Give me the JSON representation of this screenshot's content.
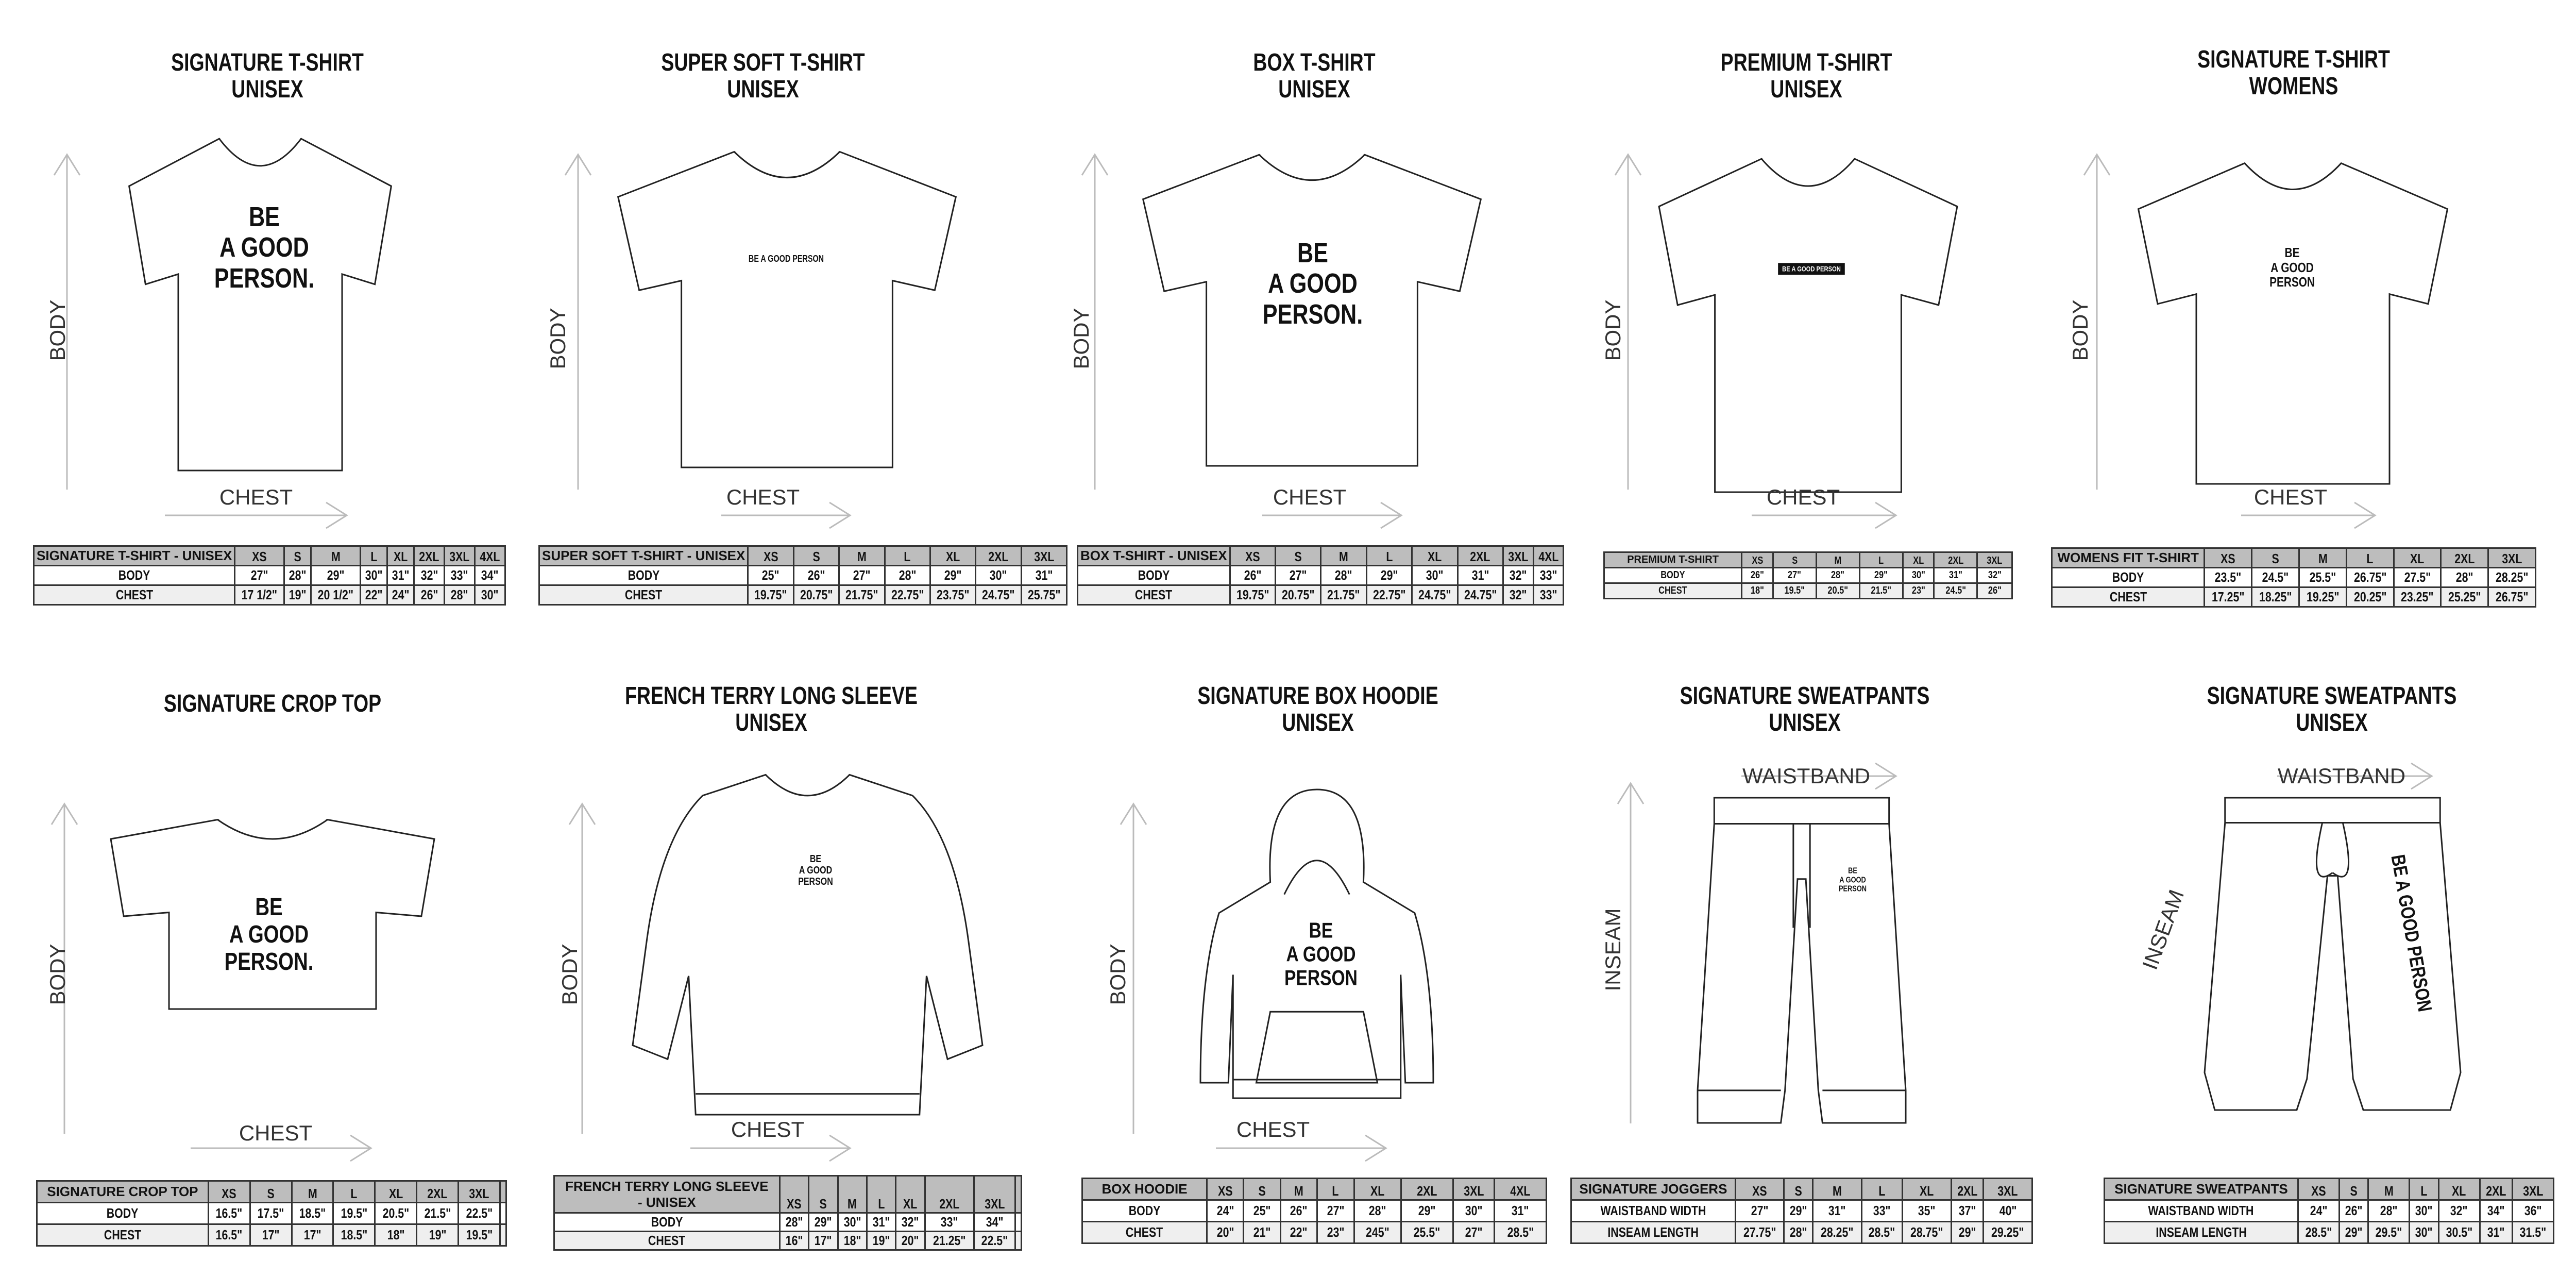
{
  "colors": {
    "header_bg": "#bdbdbd",
    "row_alt": "#efefef",
    "ink": "#111111",
    "arrow": "#bbbbbb"
  },
  "panels": [
    {
      "title_lines": [
        "SIGNATURE T-SHIRT",
        "UNISEX"
      ],
      "garment": "tshirt",
      "labels": {
        "vertical": "BODY",
        "horizontal": "CHEST"
      },
      "print": [
        "BE",
        "A GOOD",
        "PERSON."
      ],
      "table": {
        "header": [
          "SIGNATURE T-SHIRT - UNISEX"
        ],
        "sizes": [
          "XS",
          "S",
          "M",
          "L",
          "XL",
          "2XL",
          "3XL",
          "4XL"
        ],
        "rows": [
          {
            "label": "BODY",
            "values": [
              "27\"",
              "28\"",
              "29\"",
              "30\"",
              "31\"",
              "32\"",
              "33\"",
              "34\""
            ]
          },
          {
            "label": "CHEST",
            "values": [
              "17 1/2\"",
              "19\"",
              "20 1/2\"",
              "22\"",
              "24\"",
              "26\"",
              "28\"",
              "30\""
            ]
          }
        ]
      }
    },
    {
      "title_lines": [
        "SUPER SOFT T-SHIRT",
        "UNISEX"
      ],
      "garment": "tshirt",
      "labels": {
        "vertical": "BODY",
        "horizontal": "CHEST"
      },
      "print": [
        "BE A GOOD PERSON"
      ],
      "table": {
        "header": [
          "SUPER SOFT T-SHIRT - UNISEX"
        ],
        "sizes": [
          "XS",
          "S",
          "M",
          "L",
          "XL",
          "2XL",
          "3XL"
        ],
        "rows": [
          {
            "label": "BODY",
            "values": [
              "25\"",
              "26\"",
              "27\"",
              "28\"",
              "29\"",
              "30\"",
              "31\""
            ]
          },
          {
            "label": "CHEST",
            "values": [
              "19.75\"",
              "20.75\"",
              "21.75\"",
              "22.75\"",
              "23.75\"",
              "24.75\"",
              "25.75\""
            ]
          }
        ]
      }
    },
    {
      "title_lines": [
        "BOX T-SHIRT",
        "UNISEX"
      ],
      "garment": "tshirt",
      "labels": {
        "vertical": "BODY",
        "horizontal": "CHEST"
      },
      "print": [
        "BE",
        "A GOOD",
        "PERSON."
      ],
      "table": {
        "header": [
          "BOX T-SHIRT - UNISEX"
        ],
        "sizes": [
          "XS",
          "S",
          "M",
          "L",
          "XL",
          "2XL",
          "3XL",
          "4XL"
        ],
        "rows": [
          {
            "label": "BODY",
            "values": [
              "26\"",
              "27\"",
              "28\"",
              "29\"",
              "30\"",
              "31\"",
              "32\"",
              "33\""
            ]
          },
          {
            "label": "CHEST",
            "values": [
              "19.75\"",
              "20.75\"",
              "21.75\"",
              "22.75\"",
              "24.75\"",
              "24.75\"",
              "32\"",
              "33\""
            ]
          }
        ]
      }
    },
    {
      "title_lines": [
        "PREMIUM T-SHIRT",
        "UNISEX"
      ],
      "garment": "tshirt",
      "labels": {
        "vertical": "BODY",
        "horizontal": "CHEST"
      },
      "print": [
        "BE A GOOD PERSON"
      ],
      "table": {
        "header": [
          "PREMIUM T-SHIRT"
        ],
        "sizes": [
          "XS",
          "S",
          "M",
          "L",
          "XL",
          "2XL",
          "3XL"
        ],
        "rows": [
          {
            "label": "BODY",
            "values": [
              "26\"",
              "27\"",
              "28\"",
              "29\"",
              "30\"",
              "31\"",
              "32\""
            ]
          },
          {
            "label": "CHEST",
            "values": [
              "18\"",
              "19.5\"",
              "20.5\"",
              "21.5\"",
              "23\"",
              "24.5\"",
              "26\""
            ]
          }
        ]
      }
    },
    {
      "title_lines": [
        "SIGNATURE T-SHIRT",
        "WOMENS"
      ],
      "garment": "tshirt",
      "labels": {
        "vertical": "BODY",
        "horizontal": "CHEST"
      },
      "print": [
        "BE",
        "A GOOD",
        "PERSON"
      ],
      "table": {
        "header": [
          "WOMENS FIT T-SHIRT"
        ],
        "sizes": [
          "XS",
          "S",
          "M",
          "L",
          "XL",
          "2XL",
          "3XL"
        ],
        "rows": [
          {
            "label": "BODY",
            "values": [
              "23.5\"",
              "24.5\"",
              "25.5\"",
              "26.75\"",
              "27.5\"",
              "28\"",
              "28.25\""
            ]
          },
          {
            "label": "CHEST",
            "values": [
              "17.25\"",
              "18.25\"",
              "19.25\"",
              "20.25\"",
              "23.25\"",
              "25.25\"",
              "26.75\""
            ]
          }
        ]
      }
    },
    {
      "title_lines": [
        "SIGNATURE CROP TOP"
      ],
      "garment": "crop",
      "labels": {
        "vertical": "BODY",
        "horizontal": "CHEST"
      },
      "print": [
        "BE",
        "A GOOD",
        "PERSON."
      ],
      "table": {
        "header": [
          "SIGNATURE CROP TOP"
        ],
        "sizes": [
          "XS",
          "S",
          "M",
          "L",
          "XL",
          "2XL",
          "3XL",
          ""
        ],
        "rows": [
          {
            "label": "BODY",
            "values": [
              "16.5\"",
              "17.5\"",
              "18.5\"",
              "19.5\"",
              "20.5\"",
              "21.5\"",
              "22.5\"",
              ""
            ]
          },
          {
            "label": "CHEST",
            "values": [
              "16.5\"",
              "17\"",
              "17\"",
              "18.5\"",
              "18\"",
              "19\"",
              "19.5\"",
              ""
            ]
          }
        ]
      }
    },
    {
      "title_lines": [
        "FRENCH TERRY LONG SLEEVE",
        "UNISEX"
      ],
      "garment": "longsleeve",
      "labels": {
        "vertical": "BODY",
        "horizontal": "CHEST"
      },
      "print": [
        "BE",
        "A GOOD",
        "PERSON"
      ],
      "table": {
        "header": [
          "FRENCH TERRY LONG SLEEVE",
          "- UNISEX"
        ],
        "sizes": [
          "XS",
          "S",
          "M",
          "L",
          "XL",
          "2XL",
          "3XL",
          ""
        ],
        "rows": [
          {
            "label": "BODY",
            "values": [
              "28\"",
              "29\"",
              "30\"",
              "31\"",
              "32\"",
              "33\"",
              "34\"",
              ""
            ]
          },
          {
            "label": "CHEST",
            "values": [
              "16\"",
              "17\"",
              "18\"",
              "19\"",
              "20\"",
              "21.25\"",
              "22.5\"",
              ""
            ]
          }
        ]
      }
    },
    {
      "title_lines": [
        "SIGNATURE BOX HOODIE",
        "UNISEX"
      ],
      "garment": "hoodie",
      "labels": {
        "vertical": "BODY",
        "horizontal": "CHEST"
      },
      "print": [
        "BE",
        "A GOOD",
        "PERSON"
      ],
      "table": {
        "header": [
          "BOX HOODIE"
        ],
        "sizes": [
          "XS",
          "S",
          "M",
          "L",
          "XL",
          "2XL",
          "3XL",
          "4XL"
        ],
        "rows": [
          {
            "label": "BODY",
            "values": [
              "24\"",
              "25\"",
              "26\"",
              "27\"",
              "28\"",
              "29\"",
              "30\"",
              "31\""
            ]
          },
          {
            "label": "CHEST",
            "values": [
              "20\"",
              "21\"",
              "22\"",
              "23\"",
              "245\"",
              "25.5\"",
              "27\"",
              "28.5\""
            ]
          }
        ]
      }
    },
    {
      "title_lines": [
        "SIGNATURE SWEATPANTS",
        "UNISEX"
      ],
      "garment": "joggers",
      "labels": {
        "vertical": "INSEAM",
        "horizontal": "WAISTBAND"
      },
      "print": [
        "BE",
        "A GOOD",
        "PERSON"
      ],
      "table": {
        "header": [
          "SIGNATURE JOGGERS"
        ],
        "sizes": [
          "XS",
          "S",
          "M",
          "L",
          "XL",
          "2XL",
          "3XL"
        ],
        "rows": [
          {
            "label": "WAISTBAND WIDTH",
            "values": [
              "27\"",
              "29\"",
              "31\"",
              "33\"",
              "35\"",
              "37\"",
              "40\""
            ]
          },
          {
            "label": "INSEAM LENGTH",
            "values": [
              "27.75\"",
              "28\"",
              "28.25\"",
              "28.5\"",
              "28.75\"",
              "29\"",
              "29.25\""
            ]
          }
        ]
      }
    },
    {
      "title_lines": [
        "SIGNATURE SWEATPANTS",
        "UNISEX"
      ],
      "garment": "sweatpants",
      "labels": {
        "vertical": "INSEAM",
        "horizontal": "WAISTBAND"
      },
      "print": [
        "BE A GOOD PERSON"
      ],
      "table": {
        "header": [
          "SIGNATURE SWEATPANTS"
        ],
        "sizes": [
          "XS",
          "S",
          "M",
          "L",
          "XL",
          "2XL",
          "3XL"
        ],
        "rows": [
          {
            "label": "WAISTBAND WIDTH",
            "values": [
              "24\"",
              "26\"",
              "28\"",
              "30\"",
              "32\"",
              "34\"",
              "36\""
            ]
          },
          {
            "label": "INSEAM LENGTH",
            "values": [
              "28.5\"",
              "29\"",
              "29.5\"",
              "30\"",
              "30.5\"",
              "31\"",
              "31.5\""
            ]
          }
        ]
      }
    }
  ]
}
